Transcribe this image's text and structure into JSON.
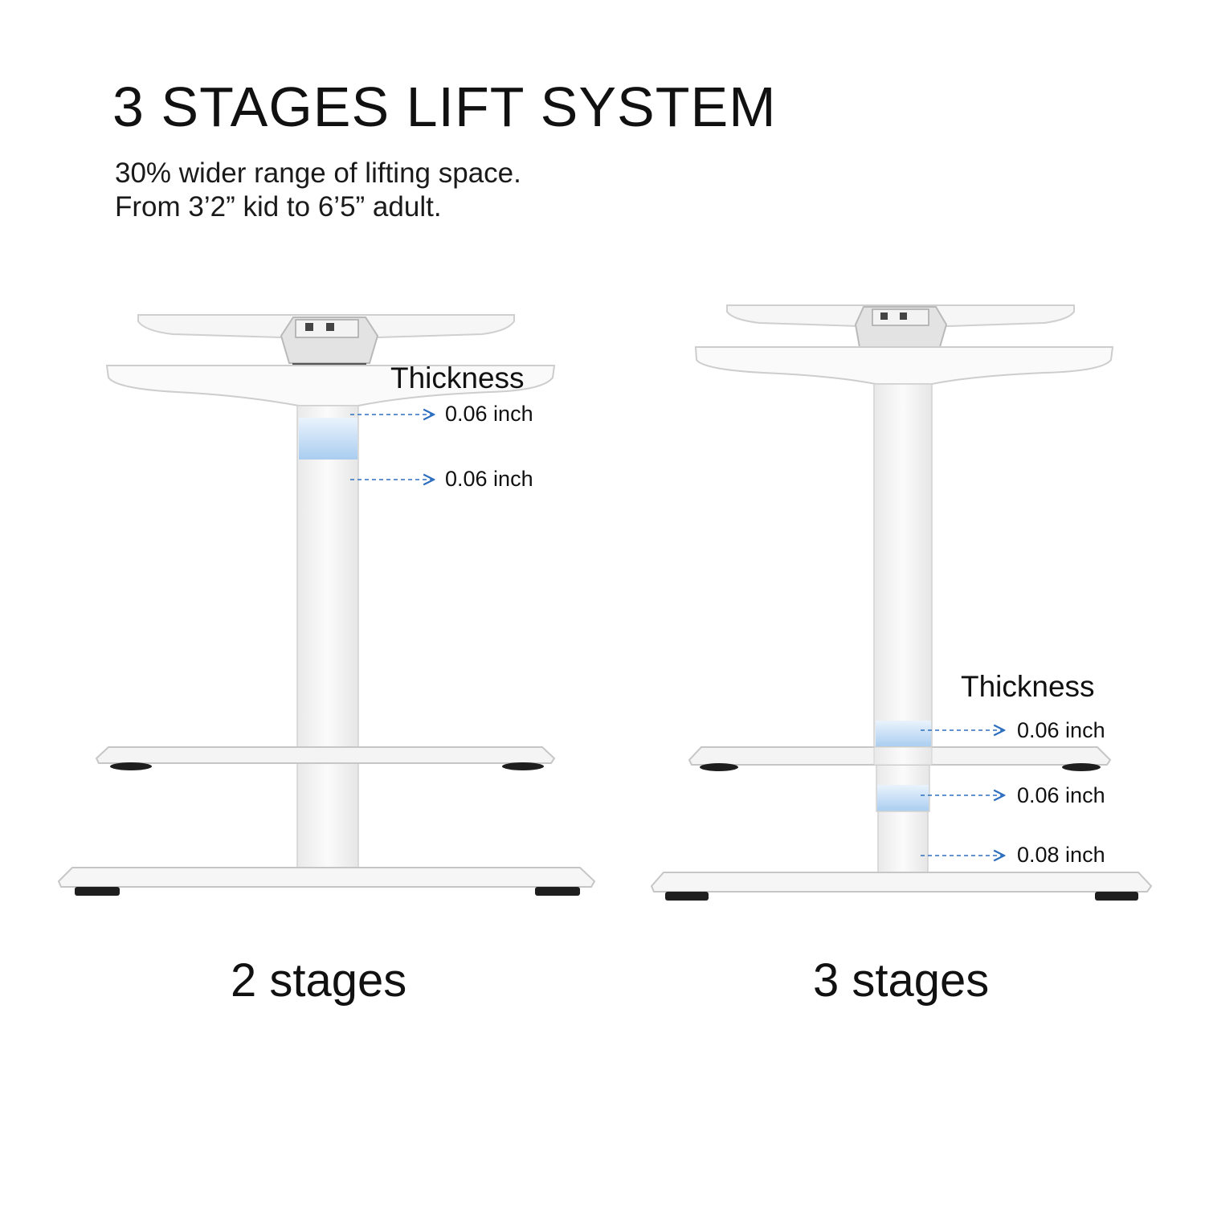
{
  "title": "3 STAGES LIFT SYSTEM",
  "subtitle_line1": "30% wider range of lifting space.",
  "subtitle_line2": "From 3’2” kid to 6’5” adult.",
  "left": {
    "stage_label": "2 stages",
    "thickness_label": "Thickness",
    "measurements": [
      "0.06 inch",
      "0.06 inch"
    ]
  },
  "right": {
    "stage_label": "3 stages",
    "thickness_label": "Thickness",
    "measurements": [
      "0.06 inch",
      "0.06 inch",
      "0.08 inch"
    ]
  },
  "colors": {
    "frame": "#f7f7f7",
    "frame_shadow": "#c9c9c9",
    "highlight": "#a9cdf0",
    "arrow": "#2f6fbf",
    "foot": "#1e1e1e"
  }
}
